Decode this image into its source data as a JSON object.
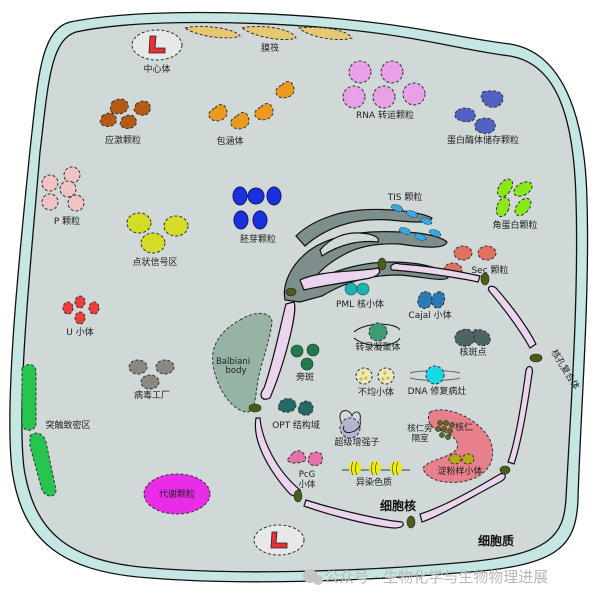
{
  "labels": {
    "centrosome": "中心体",
    "membrane_raft": "膜筏",
    "stress_granule": "应激颗粒",
    "inclusion_body": "包涵体",
    "rna_transport_granule": "RNA 转运颗粒",
    "protein_storage_granule": "蛋白酶体储存颗粒",
    "p_granule": "P 颗粒",
    "punctate_signaling": "点状信号区",
    "germ_granule": "胚芽颗粒",
    "tis_granule": "TIS 颗粒",
    "keratohyalin_granule": "角蛋白颗粒",
    "sec_granule": "Sec 颗粒",
    "u_body": "U 小体",
    "virus_factory": "病毒工厂",
    "balbiani_1": "Balbiani",
    "balbiani_2": "body",
    "synaptic_density": "突触致密区",
    "metabolic_granule": "代谢颗粒",
    "pml_body": "PML 核小体",
    "cajal_body": "Cajal 小体",
    "transcription_condensate": "转录凝聚体",
    "nuclear_speckle": "核斑点",
    "paraspeckle": "旁斑",
    "clastosome": "不均小体",
    "dna_repair_focus": "DNA 修复病灶",
    "nuclear_pore_complex": "核孔复合体",
    "opt_domain": "OPT 结构域",
    "super_enhancer": "超级增强子",
    "perinucleolar_1": "核仁旁",
    "perinucleolar_2": "隔室",
    "nucleolus": "核仁",
    "pcg_1": "PcG",
    "pcg_2": "小体",
    "heterochromatin": "异染色质",
    "amyloid_body": "淀粉样小体",
    "nucleus": "细胞核",
    "cytoplasm": "细胞质"
  },
  "watermark": "公众号 · 生物化学与生物物理进展",
  "colors": {
    "membrane": "#c5e6e3",
    "cytoplasm": "#d0d8d8",
    "nuclear_envelope": "#ead4ee",
    "pore": "#4a5e18",
    "er": "#7e8e8c"
  }
}
